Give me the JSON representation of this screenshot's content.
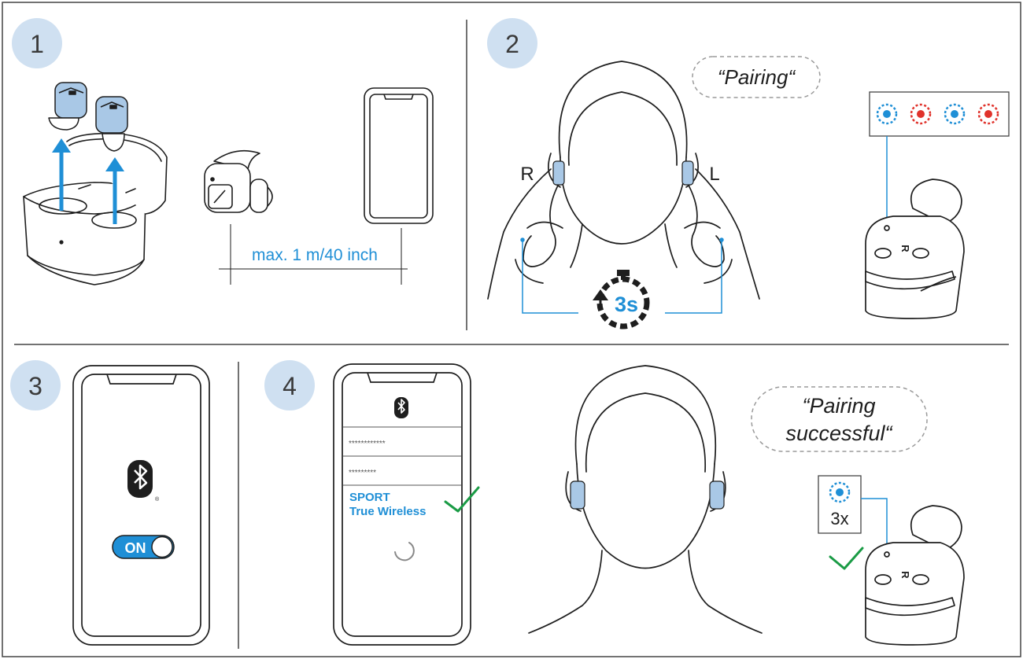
{
  "colors": {
    "stroke": "#1e1e1e",
    "badge": "#cfe0f1",
    "badge_text": "#3a3a3a",
    "accent_blue": "#1f8fd6",
    "earbud_blue": "#a9c8e6",
    "led_red": "#e0322b",
    "check_green": "#1a9b45",
    "bubble": "#9a9a9a",
    "panel_border": "#444444"
  },
  "steps": [
    {
      "number": "1"
    },
    {
      "number": "2"
    },
    {
      "number": "3"
    },
    {
      "number": "4"
    }
  ],
  "step1": {
    "distance_label": "max. 1 m/40 inch"
  },
  "step2": {
    "speech": "“Pairing“",
    "label_right": "R",
    "label_left": "L",
    "hold_time": "3s",
    "earbud_mark": "R",
    "led_sequence": [
      "blue",
      "red",
      "blue",
      "red"
    ]
  },
  "step3": {
    "toggle_label": "ON",
    "icon": "bluetooth-icon"
  },
  "step4": {
    "list_items": [
      "************",
      "*********"
    ],
    "device_name_line1": "SPORT",
    "device_name_line2": "True Wireless",
    "speech_line1": "“Pairing",
    "speech_line2": "successful“",
    "blink_count": "3x",
    "earbud_mark": "R",
    "icon": "bluetooth-icon"
  }
}
